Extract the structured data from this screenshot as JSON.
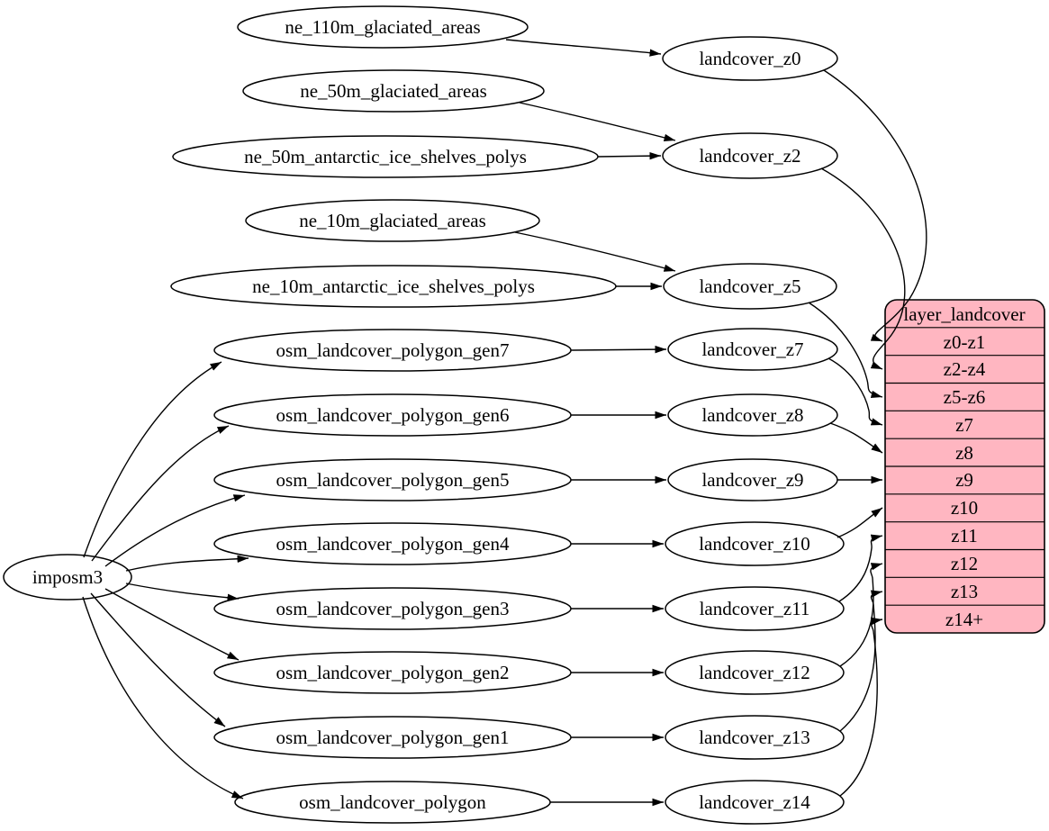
{
  "table": {
    "title": "layer_landcover",
    "fill_color": "#ffb6c1",
    "rows": [
      "z0-z1",
      "z2-z4",
      "z5-z6",
      "z7",
      "z8",
      "z9",
      "z10",
      "z11",
      "z12",
      "z13",
      "z14+"
    ]
  },
  "nodes": {
    "imposm3": "imposm3",
    "ne_110m_glaciated_areas": "ne_110m_glaciated_areas",
    "ne_50m_glaciated_areas": "ne_50m_glaciated_areas",
    "ne_50m_antarctic_ice_shelves_polys": "ne_50m_antarctic_ice_shelves_polys",
    "ne_10m_glaciated_areas": "ne_10m_glaciated_areas",
    "ne_10m_antarctic_ice_shelves_polys": "ne_10m_antarctic_ice_shelves_polys",
    "osm_landcover_polygon_gen7": "osm_landcover_polygon_gen7",
    "osm_landcover_polygon_gen6": "osm_landcover_polygon_gen6",
    "osm_landcover_polygon_gen5": "osm_landcover_polygon_gen5",
    "osm_landcover_polygon_gen4": "osm_landcover_polygon_gen4",
    "osm_landcover_polygon_gen3": "osm_landcover_polygon_gen3",
    "osm_landcover_polygon_gen2": "osm_landcover_polygon_gen2",
    "osm_landcover_polygon_gen1": "osm_landcover_polygon_gen1",
    "osm_landcover_polygon": "osm_landcover_polygon",
    "landcover_z0": "landcover_z0",
    "landcover_z2": "landcover_z2",
    "landcover_z5": "landcover_z5",
    "landcover_z7": "landcover_z7",
    "landcover_z8": "landcover_z8",
    "landcover_z9": "landcover_z9",
    "landcover_z10": "landcover_z10",
    "landcover_z11": "landcover_z11",
    "landcover_z12": "landcover_z12",
    "landcover_z13": "landcover_z13",
    "landcover_z14": "landcover_z14"
  },
  "edges": [
    {
      "from": "ne_110m_glaciated_areas",
      "to": "landcover_z0"
    },
    {
      "from": "ne_50m_glaciated_areas",
      "to": "landcover_z2"
    },
    {
      "from": "ne_50m_antarctic_ice_shelves_polys",
      "to": "landcover_z2"
    },
    {
      "from": "ne_10m_glaciated_areas",
      "to": "landcover_z5"
    },
    {
      "from": "ne_10m_antarctic_ice_shelves_polys",
      "to": "landcover_z5"
    },
    {
      "from": "imposm3",
      "to": "osm_landcover_polygon_gen7"
    },
    {
      "from": "imposm3",
      "to": "osm_landcover_polygon_gen6"
    },
    {
      "from": "imposm3",
      "to": "osm_landcover_polygon_gen5"
    },
    {
      "from": "imposm3",
      "to": "osm_landcover_polygon_gen4"
    },
    {
      "from": "imposm3",
      "to": "osm_landcover_polygon_gen3"
    },
    {
      "from": "imposm3",
      "to": "osm_landcover_polygon_gen2"
    },
    {
      "from": "imposm3",
      "to": "osm_landcover_polygon_gen1"
    },
    {
      "from": "imposm3",
      "to": "osm_landcover_polygon"
    },
    {
      "from": "osm_landcover_polygon_gen7",
      "to": "landcover_z7"
    },
    {
      "from": "osm_landcover_polygon_gen6",
      "to": "landcover_z8"
    },
    {
      "from": "osm_landcover_polygon_gen5",
      "to": "landcover_z9"
    },
    {
      "from": "osm_landcover_polygon_gen4",
      "to": "landcover_z10"
    },
    {
      "from": "osm_landcover_polygon_gen3",
      "to": "landcover_z11"
    },
    {
      "from": "osm_landcover_polygon_gen2",
      "to": "landcover_z12"
    },
    {
      "from": "osm_landcover_polygon_gen1",
      "to": "landcover_z13"
    },
    {
      "from": "osm_landcover_polygon",
      "to": "landcover_z14"
    },
    {
      "from": "landcover_z0",
      "to": "layer_landcover.z0-z1"
    },
    {
      "from": "landcover_z2",
      "to": "layer_landcover.z2-z4"
    },
    {
      "from": "landcover_z5",
      "to": "layer_landcover.z5-z6"
    },
    {
      "from": "landcover_z7",
      "to": "layer_landcover.z7"
    },
    {
      "from": "landcover_z8",
      "to": "layer_landcover.z8"
    },
    {
      "from": "landcover_z9",
      "to": "layer_landcover.z9"
    },
    {
      "from": "landcover_z10",
      "to": "layer_landcover.z10"
    },
    {
      "from": "landcover_z11",
      "to": "layer_landcover.z11"
    },
    {
      "from": "landcover_z12",
      "to": "layer_landcover.z12"
    },
    {
      "from": "landcover_z13",
      "to": "layer_landcover.z13"
    },
    {
      "from": "landcover_z14",
      "to": "layer_landcover.z14+"
    }
  ]
}
